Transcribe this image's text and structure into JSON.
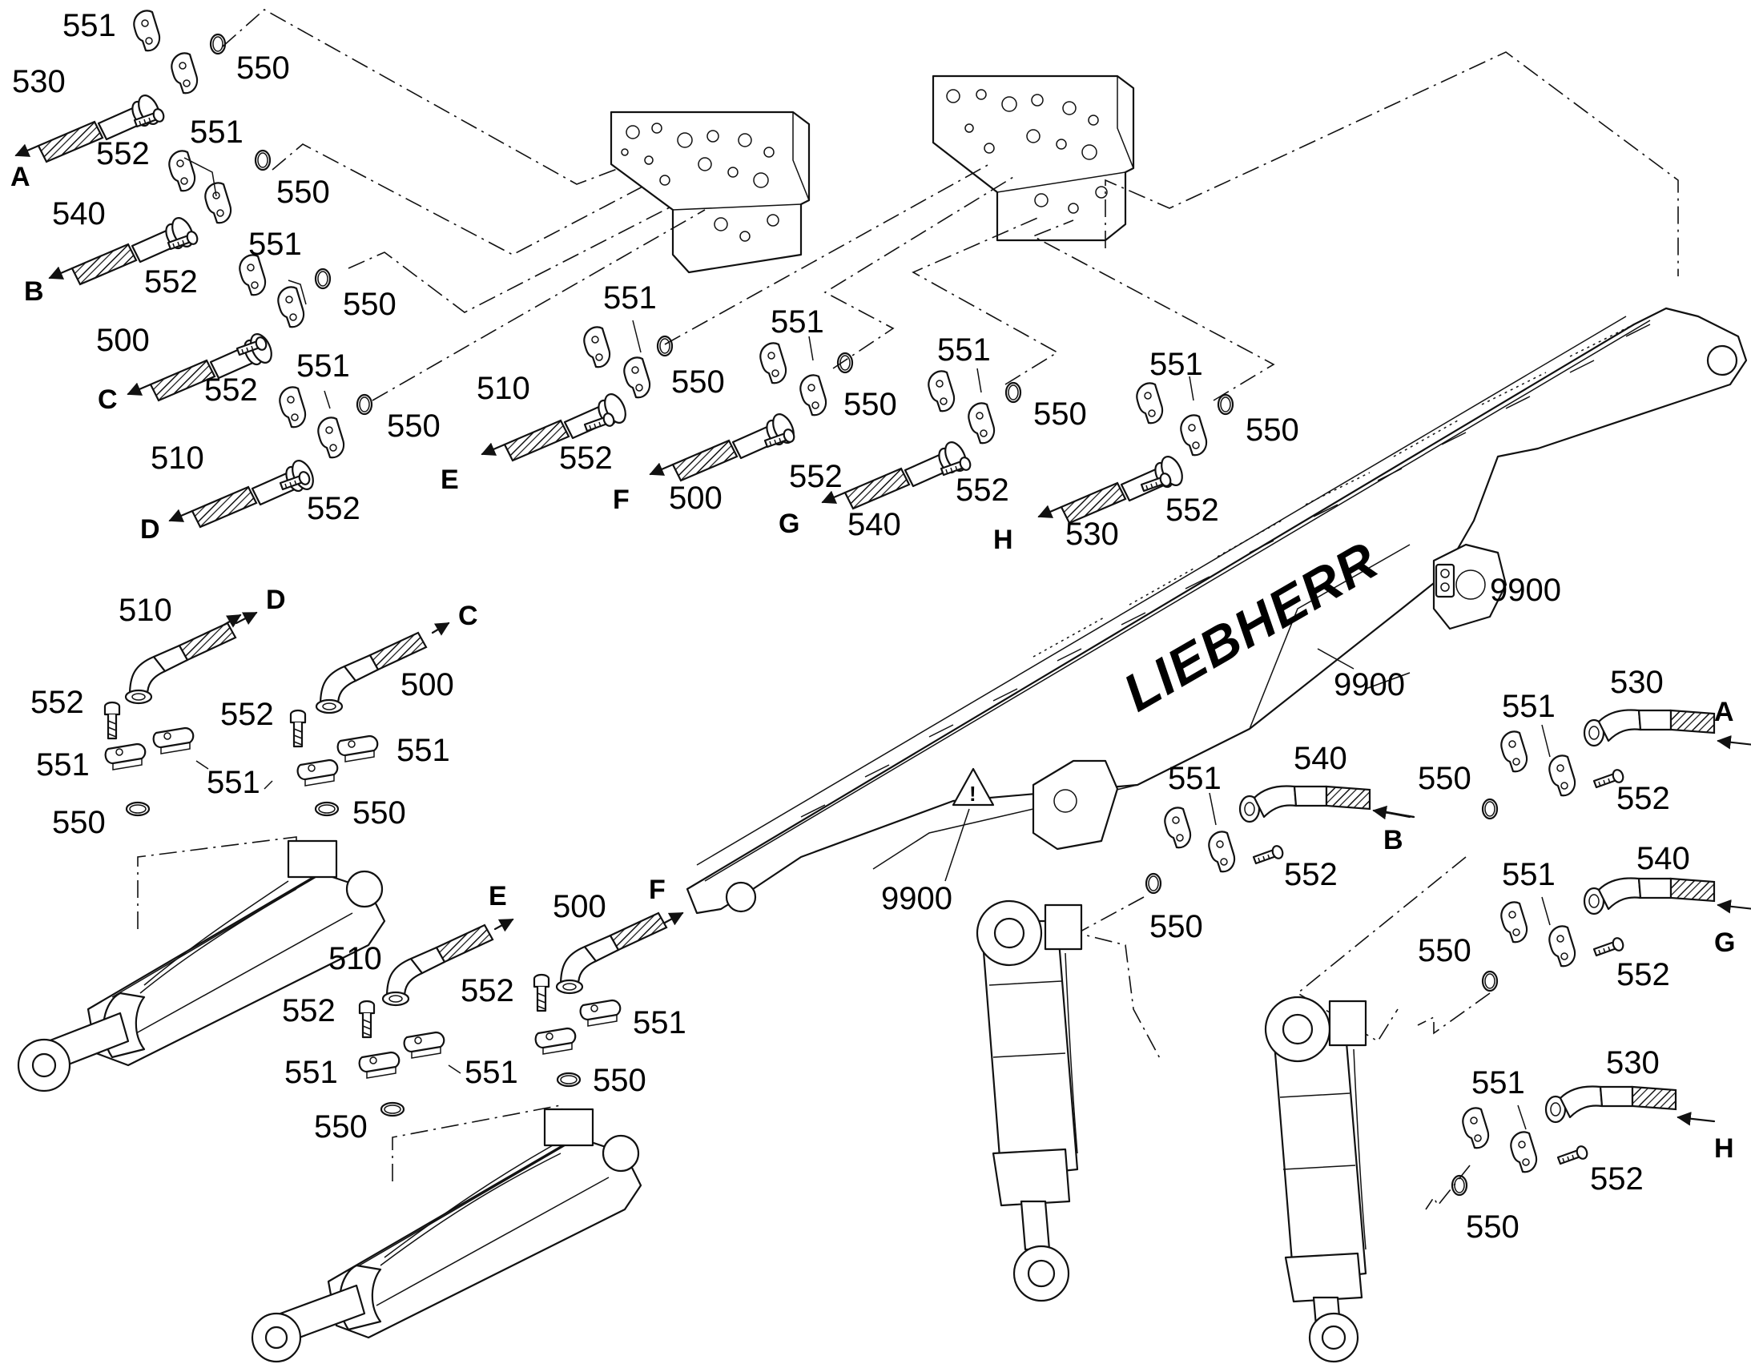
{
  "figure": {
    "brand_logo": "LIEBHERR"
  },
  "labels": {
    "p551": "551",
    "p550": "550",
    "p552": "552",
    "p500": "500",
    "p510": "510",
    "p530": "530",
    "p540": "540",
    "p9900": "9900"
  },
  "ports": {
    "A": "A",
    "B": "B",
    "C": "C",
    "D": "D",
    "E": "E",
    "F": "F",
    "G": "G",
    "H": "H"
  },
  "icons": {
    "warning": "warning-triangle-icon",
    "decal": "decal-icon"
  }
}
